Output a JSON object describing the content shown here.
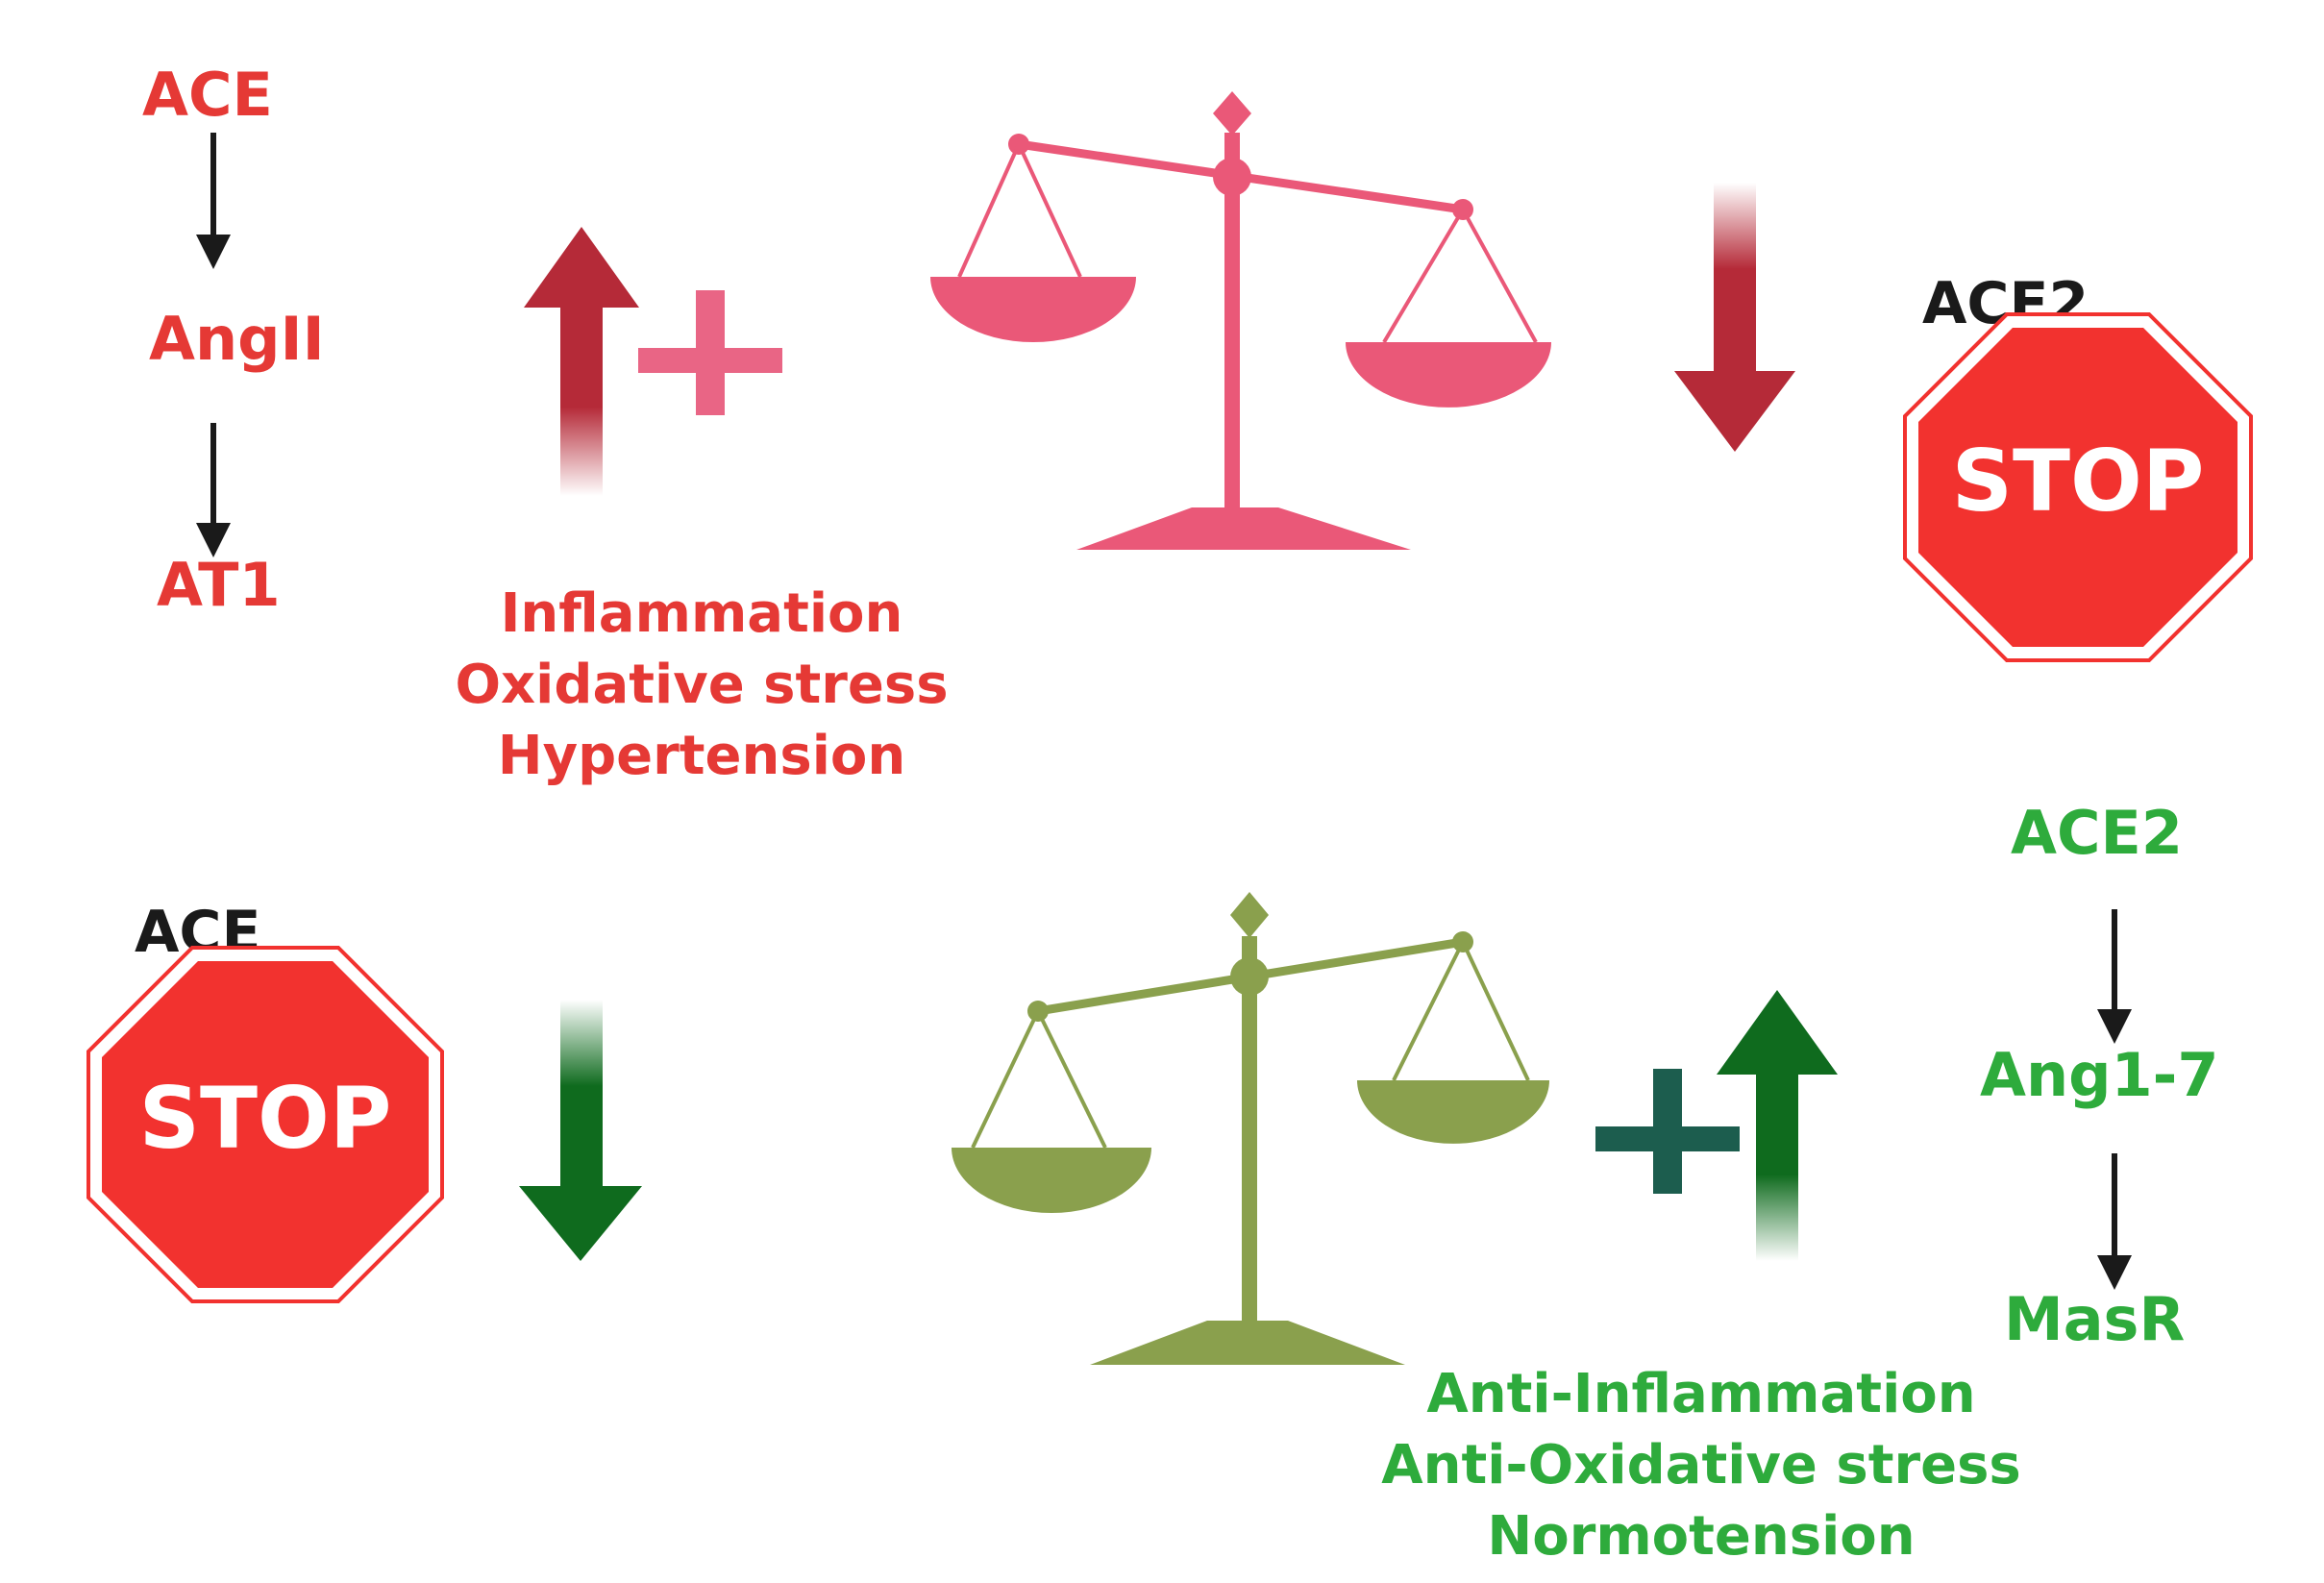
{
  "colors": {
    "red_text": "#e53935",
    "green_text": "#2eab3c",
    "black_text": "#1a1a1a",
    "pink_scale": "#ea5878",
    "olive_scale": "#8aa04d",
    "up_arrow_red": "#b52a38",
    "down_arrow_green": "#0f6b1e",
    "up_arrow_green": "#0f6b1e",
    "plus_pink": "#e96585",
    "plus_teal": "#1c5d4e",
    "stop_red": "#f2322f"
  },
  "top_pathway": {
    "steps": [
      "ACE",
      "AngII",
      "AT1"
    ]
  },
  "top_effects": [
    "Inflammation",
    "Oxidative stress",
    "Hypertension"
  ],
  "top_blocked": {
    "label": "ACE2",
    "sign": "STOP"
  },
  "bottom_blocked": {
    "label": "ACE",
    "sign": "STOP"
  },
  "bottom_pathway": {
    "steps": [
      "ACE2",
      "Ang1-7",
      "MasR"
    ]
  },
  "bottom_effects": [
    "Anti-Inflammation",
    "Anti-Oxidative stress",
    "Normotension"
  ],
  "icons": {
    "top_up_arrow": "up-arrow-icon",
    "top_plus": "plus-icon",
    "top_scale": "balance-scale-icon",
    "top_down_arrow": "down-arrow-icon",
    "top_stop": "stop-sign-icon",
    "bottom_stop": "stop-sign-icon",
    "bottom_down_arrow": "down-arrow-icon",
    "bottom_scale": "balance-scale-icon",
    "bottom_plus": "plus-icon",
    "bottom_up_arrow": "up-arrow-icon"
  }
}
